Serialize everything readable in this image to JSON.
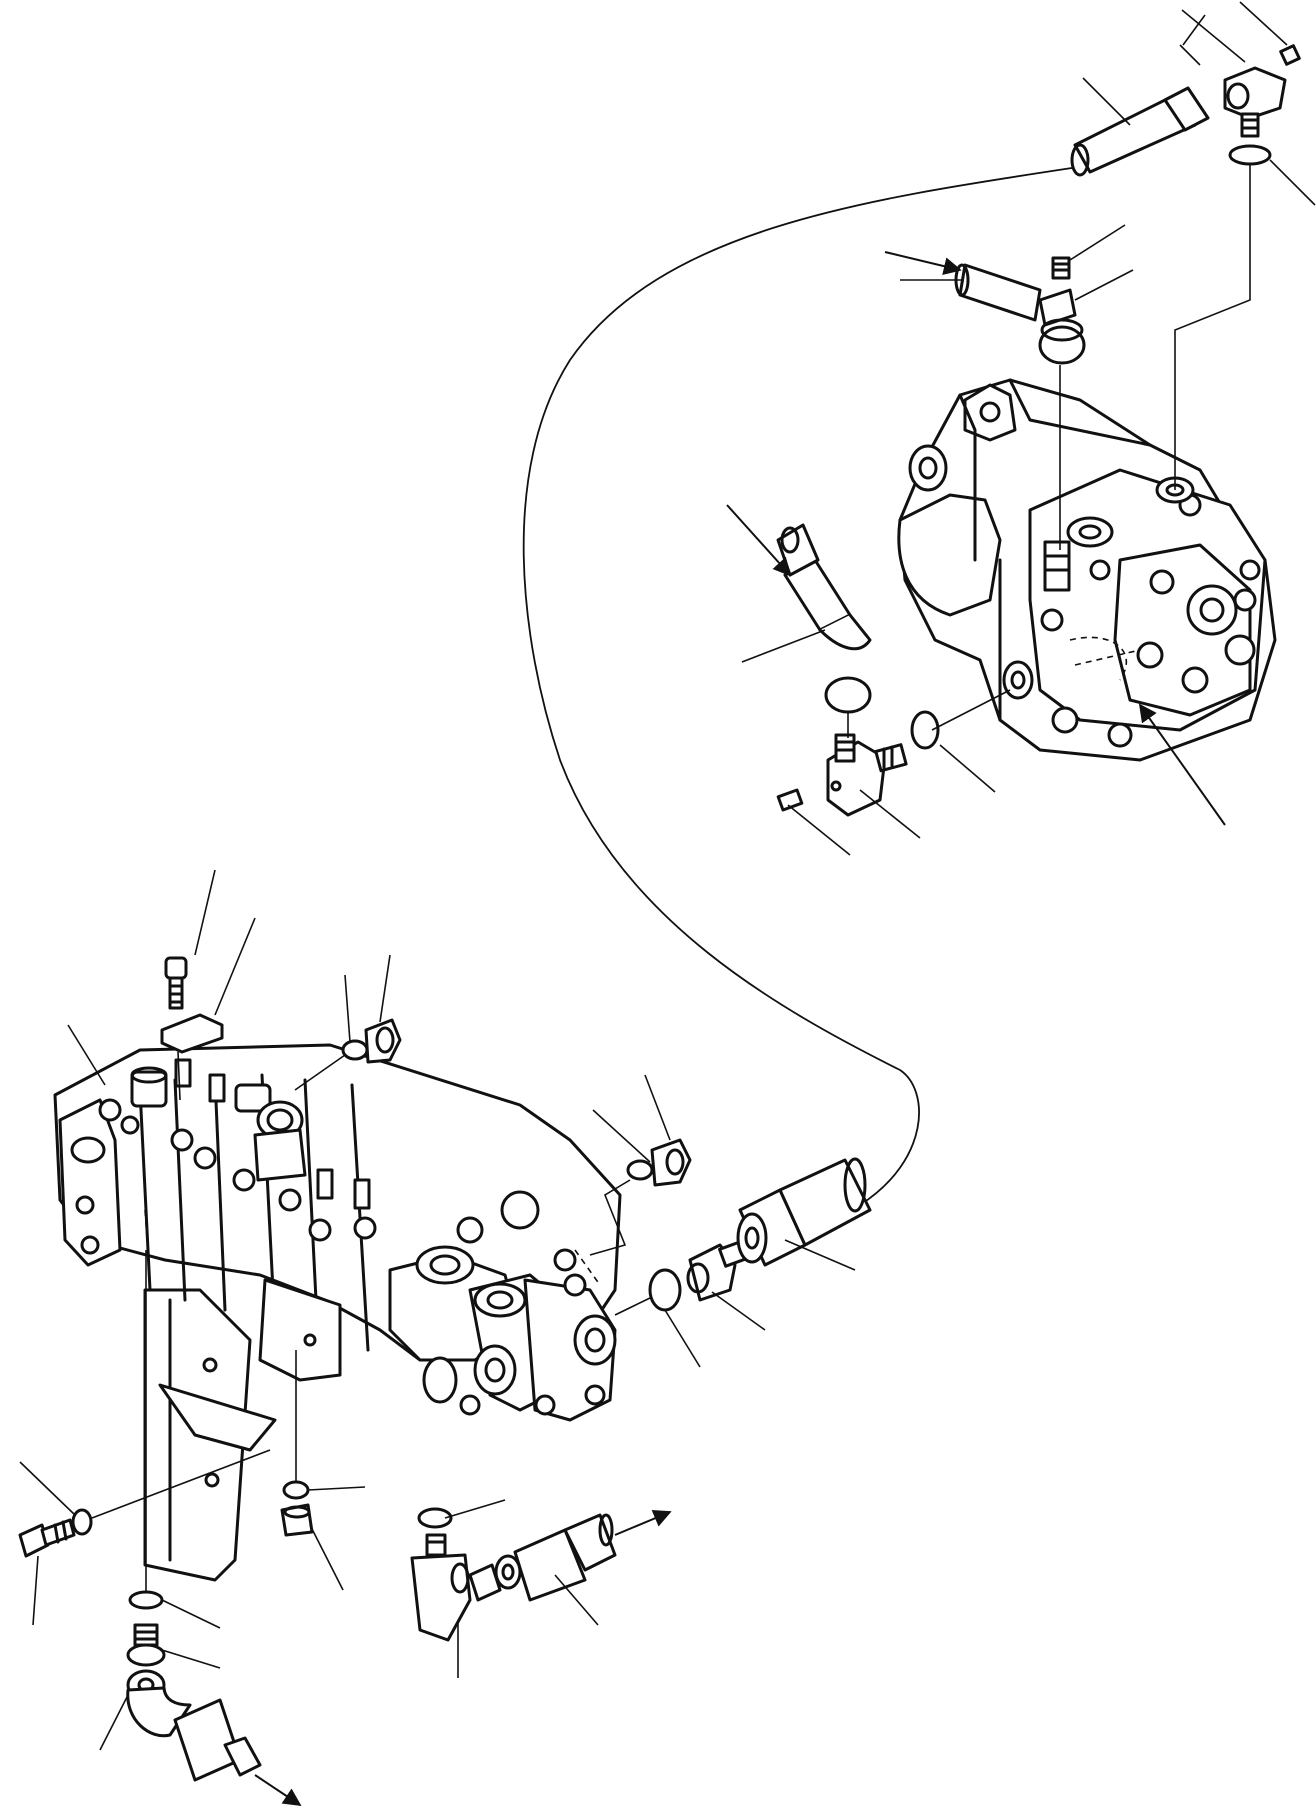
{
  "diagram": {
    "kind": "exploded-parts-view",
    "components": [
      {
        "id": "hydraulic-pump",
        "description_visible": false
      },
      {
        "id": "control-valve",
        "description_visible": false
      }
    ],
    "flow_arrows": 5,
    "callout_leaders": 30,
    "colors": {
      "ink": "#111111",
      "paper": "#ffffff"
    }
  }
}
